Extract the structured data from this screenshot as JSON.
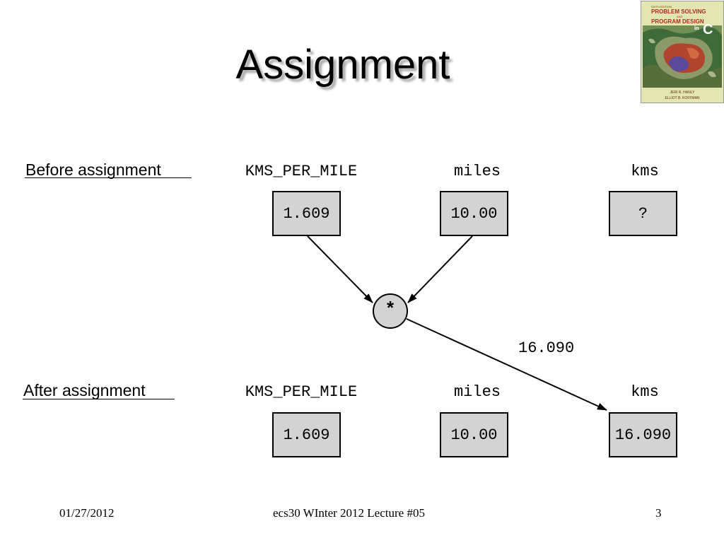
{
  "slide": {
    "title": "Assignment"
  },
  "before": {
    "label": "Before assignment",
    "variables": [
      {
        "name": "KMS_PER_MILE",
        "value": "1.609"
      },
      {
        "name": "miles",
        "value": "10.00"
      },
      {
        "name": "kms",
        "value": "?"
      }
    ]
  },
  "after": {
    "label": "After assignment",
    "variables": [
      {
        "name": "KMS_PER_MILE",
        "value": "1.609"
      },
      {
        "name": "miles",
        "value": "10.00"
      },
      {
        "name": "kms",
        "value": "16.090"
      }
    ]
  },
  "operation": {
    "operator": "*",
    "result": "16.090"
  },
  "book_cover": {
    "edition": "SIXTH EDITION",
    "title_line_1": "PROBLEM SOLVING",
    "title_and": "AND",
    "title_line_2": "PROGRAM DESIGN",
    "title_in": "in",
    "title_lang": "C",
    "author_1": "JERI R. HANLY",
    "author_2": "ELLIOT B. KOFFMAN"
  },
  "footer": {
    "date": "01/27/2012",
    "course": "ecs30 WInter 2012 Lecture #05",
    "page": "3"
  },
  "colors": {
    "cell_fill": "#d3d3d3",
    "title_shadow": "#a8a8a8",
    "book_title": "#b32b1f",
    "book_background": "#e3e6b0"
  }
}
